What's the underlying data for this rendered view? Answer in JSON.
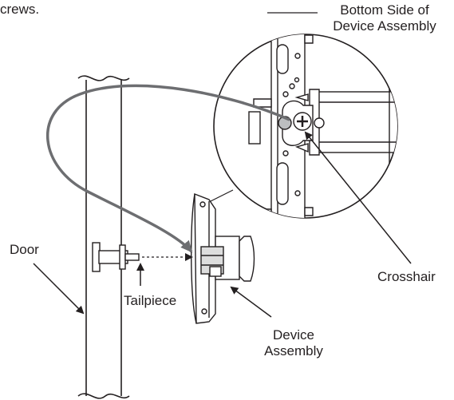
{
  "caption_fragment": "crews.",
  "labels": {
    "bottom_side_line1": "Bottom Side of",
    "bottom_side_line2": "Device Assembly",
    "door": "Door",
    "tailpiece": "Tailpiece",
    "crosshair": "Crosshair",
    "device_line1": "Device",
    "device_line2": "Assembly"
  },
  "colors": {
    "line": "#231f20",
    "connector_arrow": "#6d6e71",
    "background": "#ffffff"
  }
}
